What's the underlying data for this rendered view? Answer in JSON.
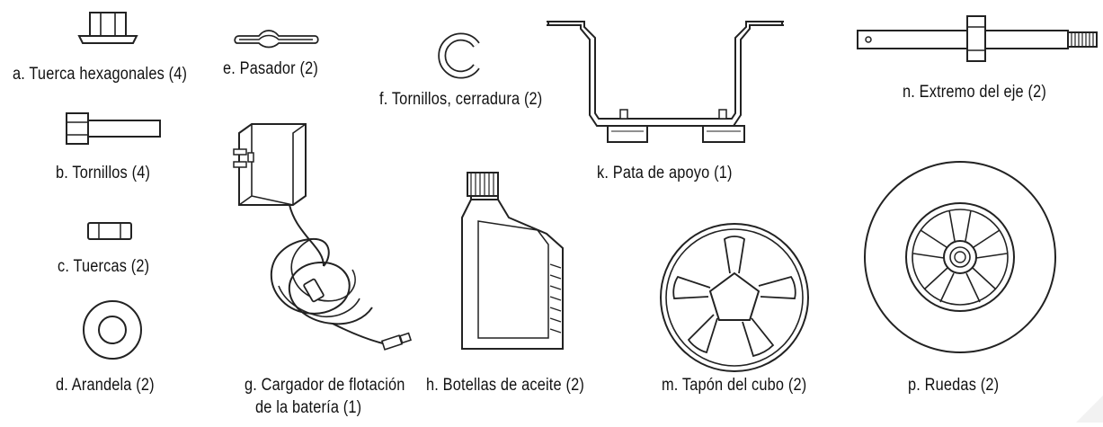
{
  "parts": [
    {
      "id": "a",
      "label": "a. Tuerca hexagonales (4)"
    },
    {
      "id": "e",
      "label": "e. Pasador (2)"
    },
    {
      "id": "f",
      "label": "f. Tornillos, cerradura (2)"
    },
    {
      "id": "n",
      "label": "n. Extremo del eje (2)"
    },
    {
      "id": "b",
      "label": "b. Tornillos (4)"
    },
    {
      "id": "k",
      "label": "k. Pata de apoyo (1)"
    },
    {
      "id": "c",
      "label": "c.  Tuercas (2)"
    },
    {
      "id": "d",
      "label": "d.  Arandela (2)"
    },
    {
      "id": "g1",
      "label": "g. Cargador de flotación"
    },
    {
      "id": "g2",
      "label": "de la batería  (1)"
    },
    {
      "id": "h",
      "label": "h.  Botellas de aceite (2)"
    },
    {
      "id": "m",
      "label": "m. Tapón del cubo (2)"
    },
    {
      "id": "p",
      "label": "p.  Ruedas (2)"
    }
  ]
}
